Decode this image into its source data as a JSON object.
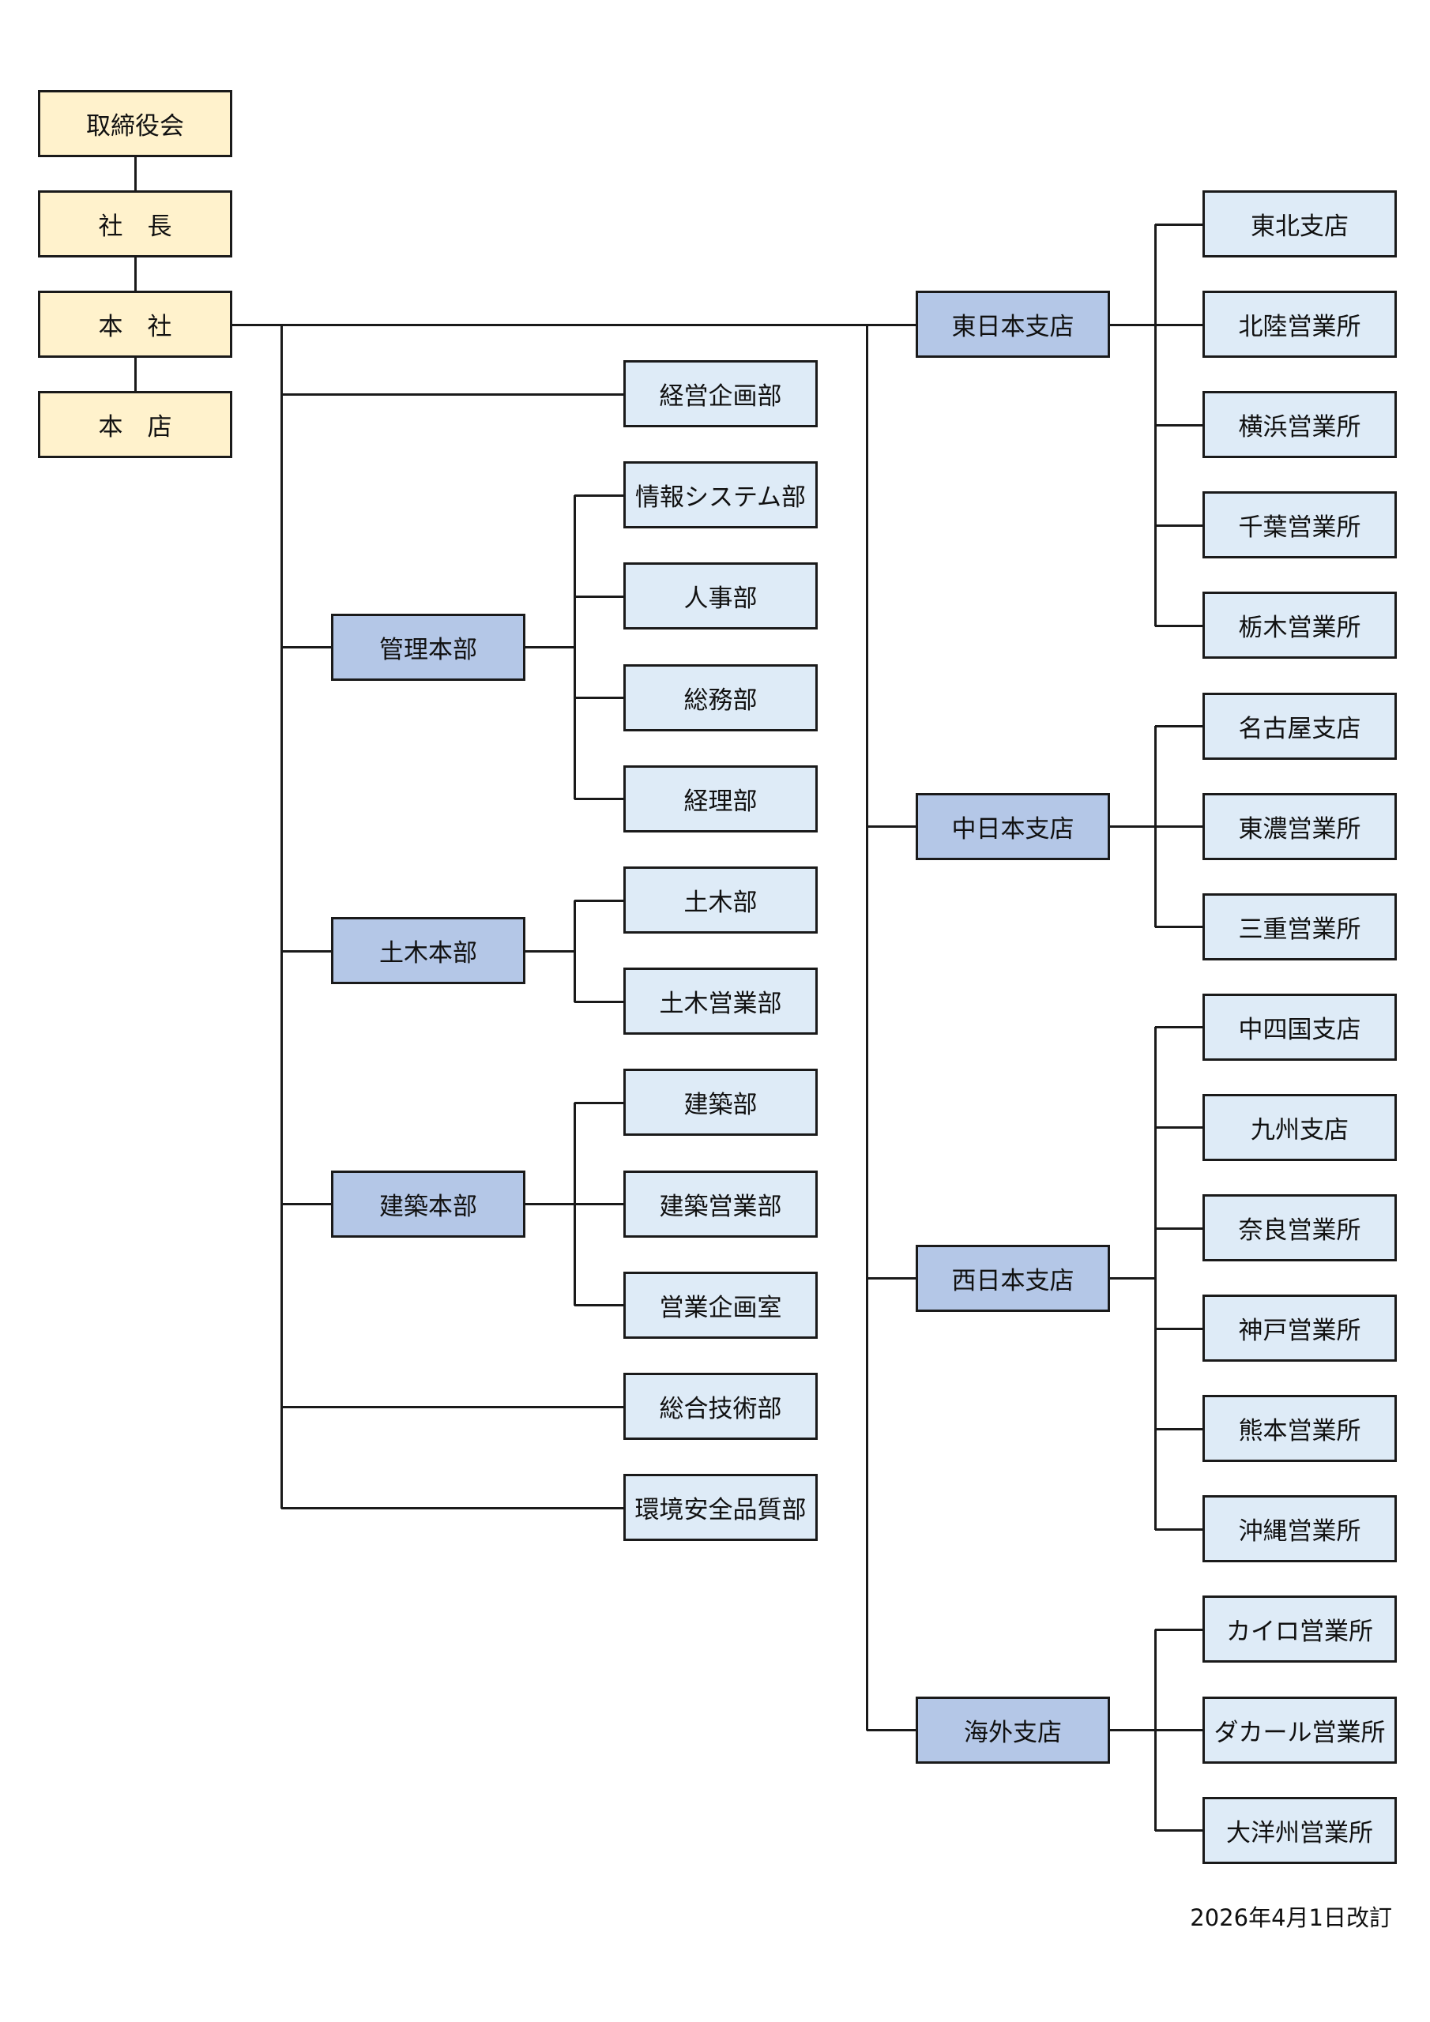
{
  "colors": {
    "top_level": "#fff2cc",
    "division": "#b4c7e7",
    "department": "#deebf7",
    "line": "#1a1a1a"
  },
  "executive": [
    "取締役会",
    "社　長",
    "本　社",
    "本　店"
  ],
  "headquarters_departments": [
    {
      "label": "経営企画部",
      "children": []
    },
    {
      "label": "管理本部",
      "children": [
        "情報システム部",
        "人事部",
        "総務部",
        "経理部"
      ]
    },
    {
      "label": "土木本部",
      "children": [
        "土木部",
        "土木営業部"
      ]
    },
    {
      "label": "建築本部",
      "children": [
        "建築部",
        "建築営業部",
        "営業企画室"
      ]
    },
    {
      "label": "総合技術部",
      "children": []
    },
    {
      "label": "環境安全品質部",
      "children": []
    }
  ],
  "branches": [
    {
      "label": "東日本支店",
      "children": [
        "東北支店",
        "北陸営業所",
        "横浜営業所",
        "千葉営業所",
        "栃木営業所"
      ]
    },
    {
      "label": "中日本支店",
      "children": [
        "名古屋支店",
        "東濃営業所",
        "三重営業所"
      ]
    },
    {
      "label": "西日本支店",
      "children": [
        "中四国支店",
        "九州支店",
        "奈良営業所",
        "神戸営業所",
        "熊本営業所",
        "沖縄営業所"
      ]
    },
    {
      "label": "海外支店",
      "children": [
        "カイロ営業所",
        "ダカール営業所",
        "大洋州営業所"
      ]
    }
  ],
  "footer": "2026年4月1日改訂"
}
